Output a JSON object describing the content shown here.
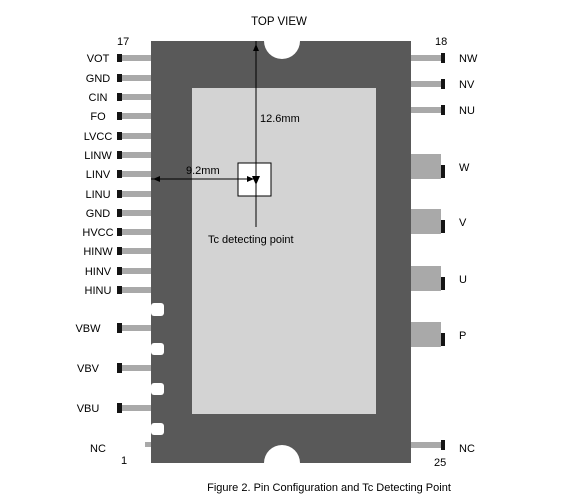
{
  "title": "TOP VIEW",
  "caption": "Figure 2. Pin Configuration and Tc Detecting Point",
  "pin_numbers": {
    "top_left": "17",
    "top_right": "18",
    "bottom_left": "1",
    "bottom_right": "25"
  },
  "left_pins": [
    "VOT",
    "GND",
    "CIN",
    "FO",
    "LVCC",
    "LINW",
    "LINV",
    "LINU",
    "GND",
    "HVCC",
    "HINW",
    "HINV",
    "HINU"
  ],
  "left_power_pins": [
    "VBW",
    "VBV",
    "VBU"
  ],
  "left_nc": "NC",
  "right_small_pins": [
    "NW",
    "NV",
    "NU"
  ],
  "right_power_pins": [
    "W",
    "V",
    "U",
    "P"
  ],
  "right_nc": "NC",
  "dimensions": {
    "horizontal": "9.2mm",
    "vertical": "12.6mm"
  },
  "tc_point_label": "Tc  detecting  point",
  "colors": {
    "package_body": "#595959",
    "die_area": "#d3d3d3",
    "pin_metal": "#a9a9a9",
    "pin_dark": "#141414",
    "background": "#ffffff"
  }
}
